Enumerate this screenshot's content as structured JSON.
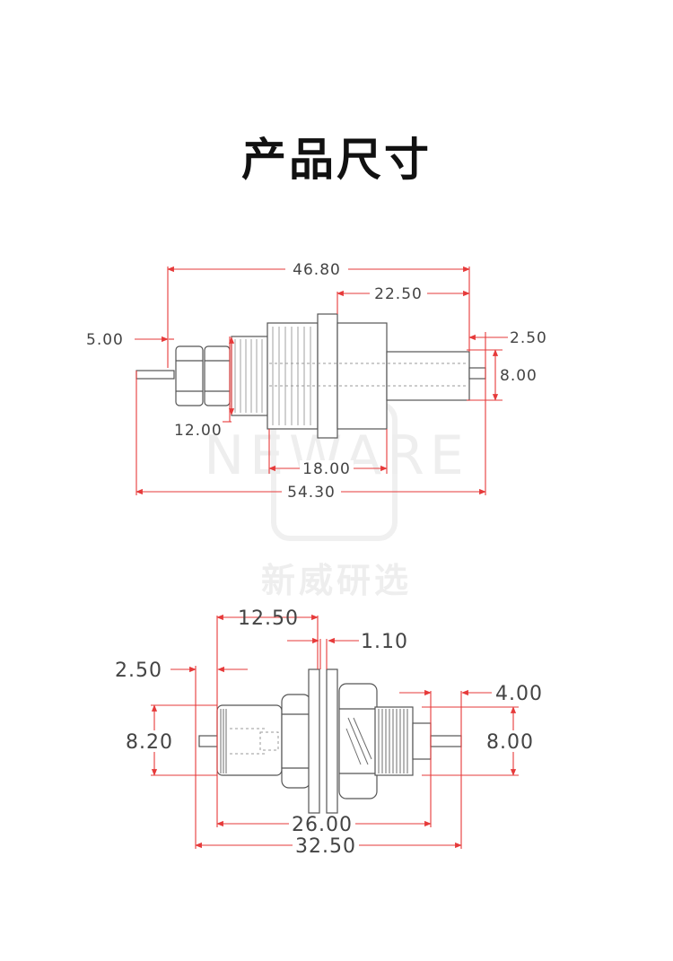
{
  "title": "产品尺寸",
  "watermark": {
    "brand": "NEWARE",
    "chinese": "新威研选"
  },
  "colors": {
    "dimension_line": "#e63a3a",
    "part_outline": "#555555",
    "text": "#444444",
    "title": "#111111"
  },
  "top_view": {
    "dims": {
      "overall_length": "54.30",
      "length_to_flange": "46.80",
      "body_length": "22.50",
      "pin_left": "5.00",
      "pin_right": "2.50",
      "body_diameter": "8.00",
      "thread_diameter": "12.00",
      "flange_to_body": "18.00"
    }
  },
  "bottom_view": {
    "dims": {
      "body_to_washer": "12.50",
      "washer": "1.10",
      "pin_left": "2.50",
      "pin_right": "4.00",
      "left_diameter": "8.20",
      "right_diameter": "8.00",
      "body_length": "26.00",
      "overall_length": "32.50"
    }
  }
}
